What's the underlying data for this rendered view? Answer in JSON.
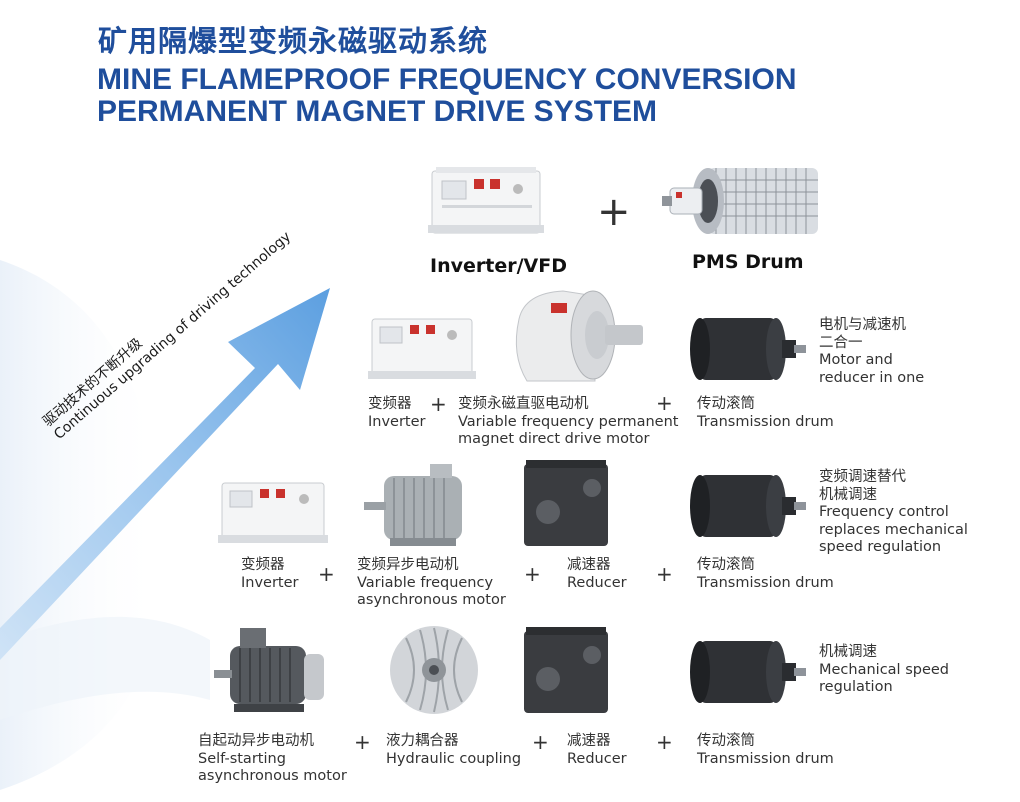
{
  "title": {
    "cn": "矿用隔爆型变频永磁驱动系统",
    "en_line1": "MINE FLAMEPROOF FREQUENCY CONVERSION",
    "en_line2": "PERMANENT MAGNET DRIVE SYSTEM"
  },
  "top": {
    "inverter_label": "Inverter/VFD",
    "plus": "+",
    "drum_label": "PMS Drum"
  },
  "arrow": {
    "cn": "驱动技术的不断升级",
    "en": "Continuous upgrading of driving technology"
  },
  "row1": {
    "inverter_cn": "变频器",
    "inverter_en": "Inverter",
    "plus": "+",
    "motor_cn": "变频永磁直驱电动机",
    "motor_en1": "Variable frequency permanent",
    "motor_en2": "magnet direct drive motor",
    "drum_cn": "传动滚筒",
    "drum_en": "Transmission drum",
    "note_cn1": "电机与减速机",
    "note_cn2": "二合一",
    "note_en1": "Motor and",
    "note_en2": "reducer in one"
  },
  "row2": {
    "inverter_cn": "变频器",
    "inverter_en": "Inverter",
    "plus": "+",
    "motor_cn": "变频异步电动机",
    "motor_en1": "Variable frequency",
    "motor_en2": "asynchronous motor",
    "reducer_cn": "减速器",
    "reducer_en": "Reducer",
    "drum_cn": "传动滚筒",
    "drum_en": "Transmission drum",
    "note_cn1": "变频调速替代",
    "note_cn2": "机械调速",
    "note_en1": "Frequency control",
    "note_en2": "replaces mechanical",
    "note_en3": "speed regulation"
  },
  "row3": {
    "motor_cn": "自起动异步电动机",
    "motor_en1": "Self-starting",
    "motor_en2": "asynchronous motor",
    "plus": "+",
    "coupling_cn": "液力耦合器",
    "coupling_en": "Hydraulic coupling",
    "reducer_cn": "减速器",
    "reducer_en": "Reducer",
    "drum_cn": "传动滚筒",
    "drum_en": "Transmission drum",
    "note_cn1": "机械调速",
    "note_en1": "Mechanical speed",
    "note_en2": "regulation"
  },
  "colors": {
    "title": "#1f4e9c",
    "arrow": "#8fbde8"
  }
}
